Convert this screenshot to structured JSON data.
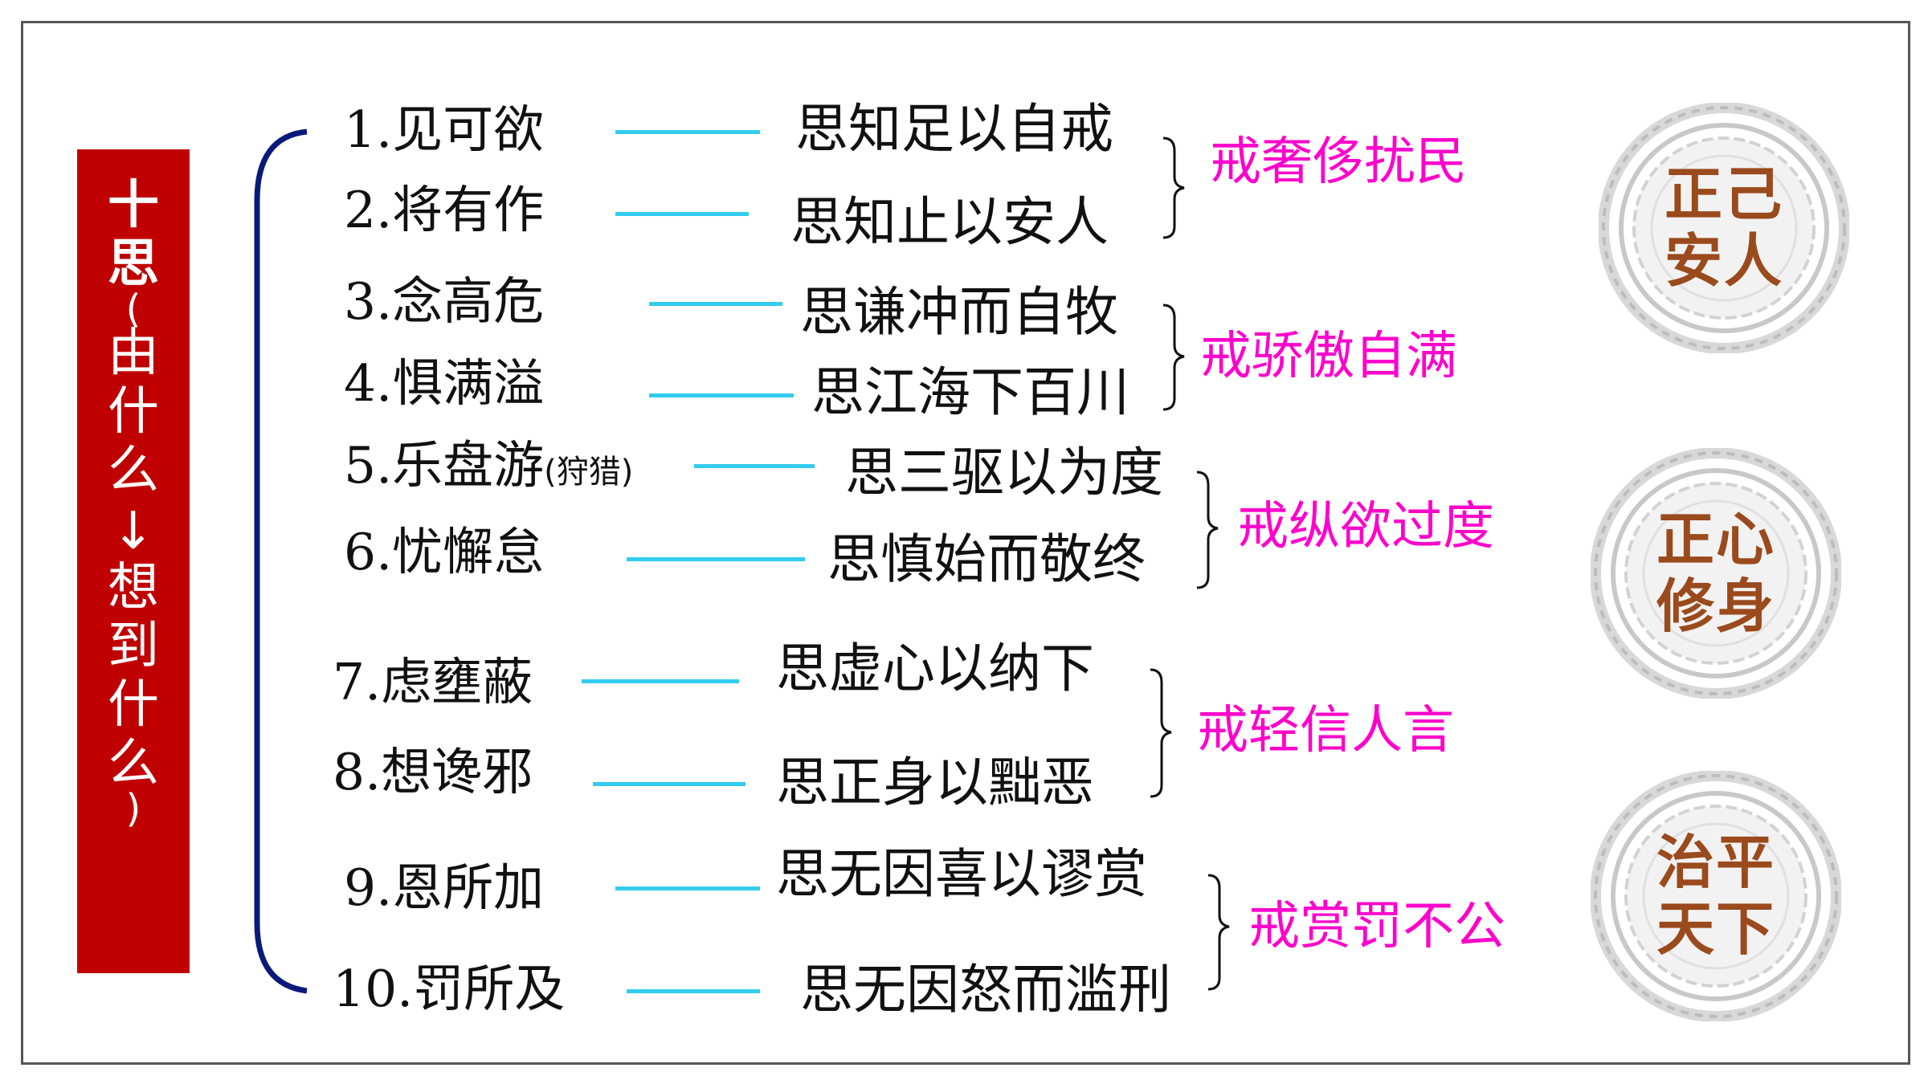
{
  "title": {
    "chars": [
      "十",
      "思",
      "(",
      "由",
      "什",
      "么",
      "→",
      "想",
      "到",
      "什",
      "么",
      ")"
    ]
  },
  "colors": {
    "title_bg": "#c00000",
    "bracket": "#0a1a7a",
    "connector": "#33ccee",
    "warning_text": "#ff00cc",
    "seal_text": "#9a4a1c",
    "seal_ring": "#cccccc"
  },
  "items": [
    {
      "num": "1.",
      "text": "见可欲",
      "note": "",
      "counsel": "思知足以自戒"
    },
    {
      "num": "2.",
      "text": "将有作",
      "note": "",
      "counsel": "思知止以安人"
    },
    {
      "num": "3.",
      "text": "念高危",
      "note": "",
      "counsel": "思谦冲而自牧"
    },
    {
      "num": "4.",
      "text": "惧满溢",
      "note": "",
      "counsel": "思江海下百川"
    },
    {
      "num": "5.",
      "text": "乐盘游",
      "note": "(狩猎)",
      "counsel": "思三驱以为度"
    },
    {
      "num": "6.",
      "text": "忧懈怠",
      "note": "",
      "counsel": "思慎始而敬终"
    },
    {
      "num": "7.",
      "text": "虑壅蔽",
      "note": "",
      "counsel": "思虚心以纳下"
    },
    {
      "num": "8.",
      "text": "想谗邪",
      "note": "",
      "counsel": "思正身以黜恶"
    },
    {
      "num": "9.",
      "text": "恩所加",
      "note": "",
      "counsel": "思无因喜以谬赏"
    },
    {
      "num": "10.",
      "text": "罚所及",
      "note": "",
      "counsel": "思无因怒而滥刑"
    }
  ],
  "warnings": [
    "戒奢侈扰民",
    "戒骄傲自满",
    "戒纵欲过度",
    "戒轻信人言",
    "戒赏罚不公"
  ],
  "seals": [
    {
      "line1": "正己",
      "line2": "安人"
    },
    {
      "line1": "正心",
      "line2": "修身"
    },
    {
      "line1": "治平",
      "line2": "天下"
    }
  ]
}
